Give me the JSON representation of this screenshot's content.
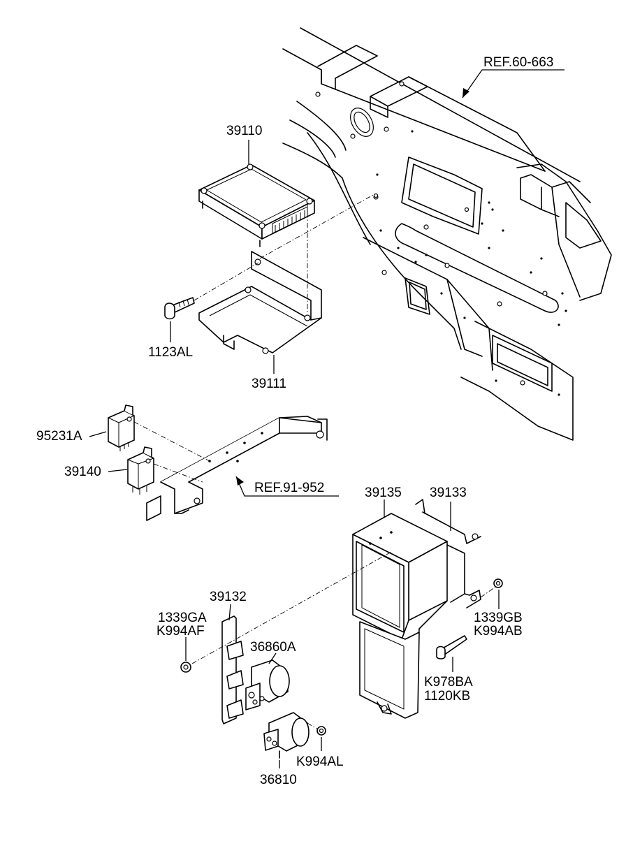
{
  "labels": {
    "ref_60_663": "REF.60-663",
    "p39110": "39110",
    "p1123AL": "1123AL",
    "p39111": "39111",
    "p95231A": "95231A",
    "p39140": "39140",
    "ref_91_952": "REF.91-952",
    "p39135": "39135",
    "p39133": "39133",
    "p39132": "39132",
    "p1339GA": "1339GA",
    "pK994AF": "K994AF",
    "p36860A": "36860A",
    "p1339GB": "1339GB",
    "pK994AB": "K994AB",
    "pK978BA": "K978BA",
    "p1120KB": "1120KB",
    "pK994AL": "K994AL",
    "p36810": "36810"
  }
}
